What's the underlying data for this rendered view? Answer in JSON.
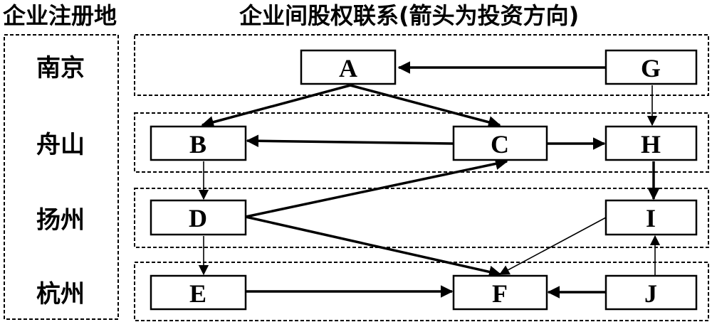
{
  "titles": {
    "left": "企业注册地",
    "right": "企业间股权联系(箭头为投资方向)"
  },
  "regions": [
    {
      "label": "南京"
    },
    {
      "label": "舟山"
    },
    {
      "label": "扬州"
    },
    {
      "label": "杭州"
    }
  ],
  "nodes": [
    {
      "id": "A",
      "label": "A",
      "region": "南京"
    },
    {
      "id": "G",
      "label": "G",
      "region": "南京"
    },
    {
      "id": "B",
      "label": "B",
      "region": "舟山"
    },
    {
      "id": "C",
      "label": "C",
      "region": "舟山"
    },
    {
      "id": "H",
      "label": "H",
      "region": "舟山"
    },
    {
      "id": "D",
      "label": "D",
      "region": "扬州"
    },
    {
      "id": "I",
      "label": "I",
      "region": "扬州"
    },
    {
      "id": "E",
      "label": "E",
      "region": "杭州"
    },
    {
      "id": "F",
      "label": "F",
      "region": "杭州"
    },
    {
      "id": "J",
      "label": "J",
      "region": "杭州"
    }
  ],
  "edges": [
    {
      "from": "G",
      "to": "A",
      "weight": "thick"
    },
    {
      "from": "A",
      "to": "B",
      "weight": "thick"
    },
    {
      "from": "A",
      "to": "C",
      "weight": "thick"
    },
    {
      "from": "G",
      "to": "H",
      "weight": "thin"
    },
    {
      "from": "C",
      "to": "B",
      "weight": "thick"
    },
    {
      "from": "C",
      "to": "H",
      "weight": "thick"
    },
    {
      "from": "B",
      "to": "D",
      "weight": "thin"
    },
    {
      "from": "H",
      "to": "I",
      "weight": "thick"
    },
    {
      "from": "D",
      "to": "C",
      "weight": "thick"
    },
    {
      "from": "D",
      "to": "F",
      "weight": "thick"
    },
    {
      "from": "D",
      "to": "E",
      "weight": "thin"
    },
    {
      "from": "I",
      "to": "F",
      "weight": "thin"
    },
    {
      "from": "J",
      "to": "I",
      "weight": "thin"
    },
    {
      "from": "E",
      "to": "F",
      "weight": "thick"
    },
    {
      "from": "J",
      "to": "F",
      "weight": "thick"
    }
  ]
}
